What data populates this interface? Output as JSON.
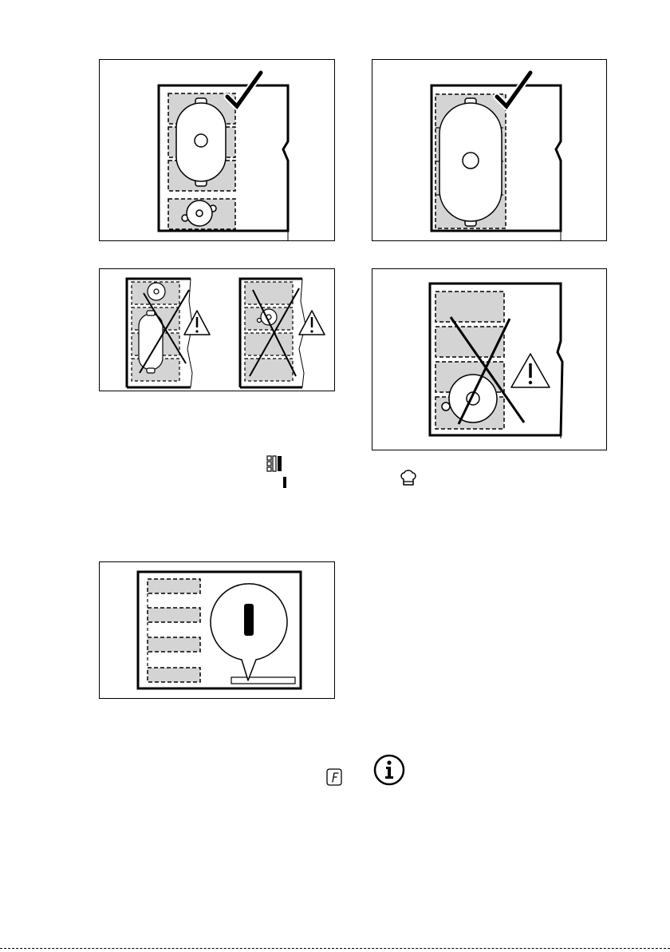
{
  "colors": {
    "zone_fill": "#d4d4d4",
    "line": "#000000",
    "background": "#ffffff"
  },
  "figures": [
    {
      "id": "fig-correct-oval-and-round",
      "status": "allowed",
      "icon": "checkmark-icon"
    },
    {
      "id": "fig-correct-large-oval",
      "status": "allowed",
      "icon": "checkmark-icon"
    },
    {
      "id": "fig-incorrect-small-pots",
      "status": "not-allowed",
      "icon": "warning-triangle-icon"
    },
    {
      "id": "fig-incorrect-round-pot-offset",
      "status": "not-allowed",
      "icon": "warning-triangle-icon"
    },
    {
      "id": "fig-bridge-indicator-display",
      "status": "info",
      "icon": "bridge-indicator-icon"
    }
  ],
  "inline_icons": [
    "bridge-zones-icon",
    "bar-indicator-icon",
    "chef-hat-icon",
    "f-key-icon",
    "info-icon"
  ]
}
